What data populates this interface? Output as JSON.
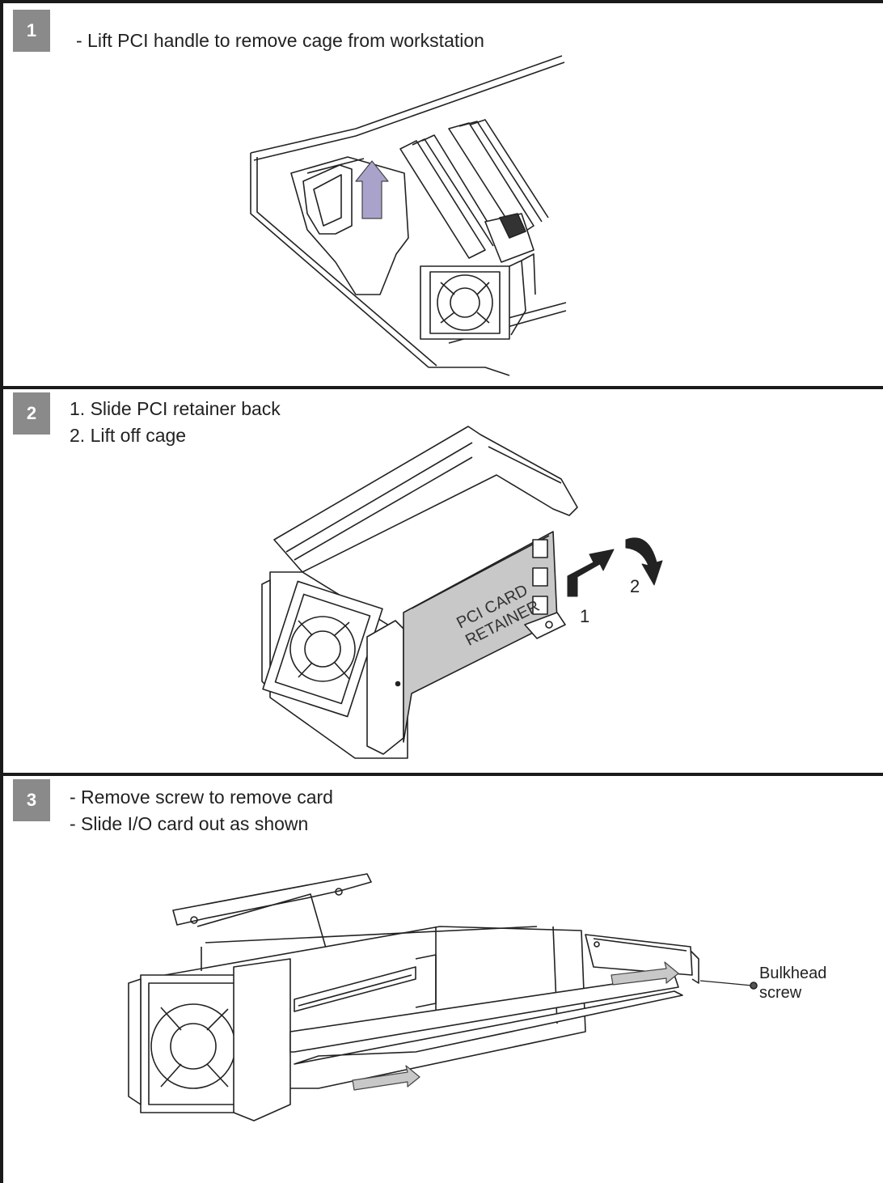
{
  "steps": [
    {
      "number": "1",
      "lines": [
        "- Lift PCI handle to remove cage from workstation"
      ]
    },
    {
      "number": "2",
      "lines": [
        "1. Slide PCI retainer back",
        "2. Lift off cage"
      ]
    },
    {
      "number": "3",
      "lines": [
        "- Remove screw to remove card",
        "- Slide I/O card out as shown"
      ]
    }
  ],
  "step2_diagram": {
    "retainer_label_lines": [
      "PCI CARD",
      "RETAINER"
    ],
    "arrow_1_label": "1",
    "arrow_2_label": "2"
  },
  "step3_diagram": {
    "callout_lines": [
      "Bulkhead",
      "screw"
    ]
  },
  "colors": {
    "badge": "#8a8a8a",
    "lift_arrow": "#a9a3cc",
    "retainer_fill": "#c8c8c8",
    "divider": "#1a1a1a"
  }
}
